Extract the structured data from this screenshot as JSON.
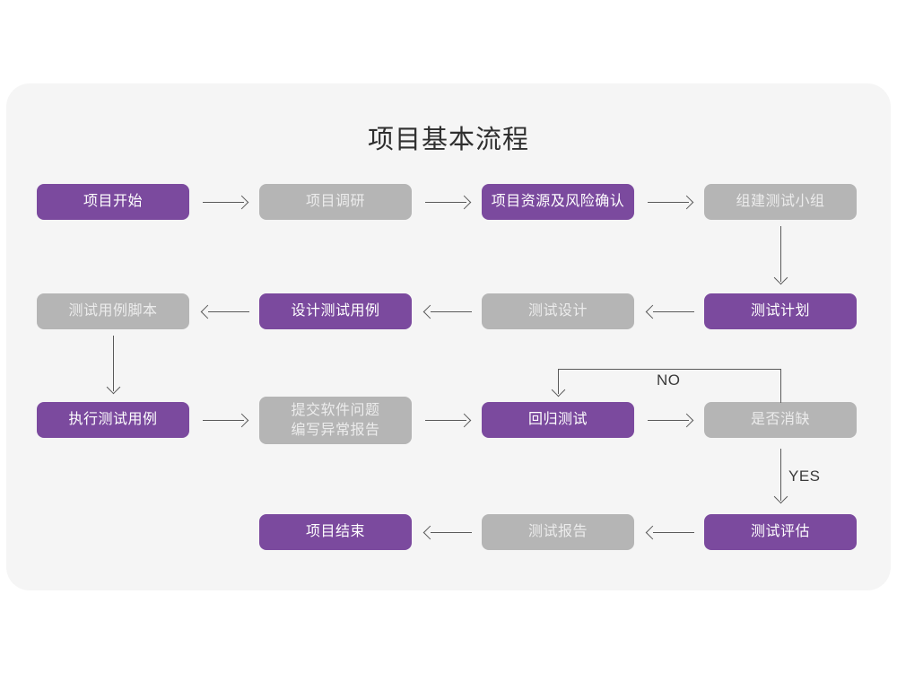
{
  "diagram": {
    "title": "项目基本流程",
    "card_background": "#f5f5f5",
    "page_background": "#ffffff",
    "colors": {
      "accent_purple": "#7b4a9e",
      "muted_gray": "#b5b5b5",
      "connector": "#5a5a5a",
      "title_text": "#2f2f2f",
      "purple_text": "#ffffff",
      "gray_text": "#ececec"
    },
    "nodes": [
      {
        "id": "n1",
        "label": "项目开始",
        "style": "purple",
        "row": 1,
        "col": 1
      },
      {
        "id": "n2",
        "label": "项目调研",
        "style": "gray",
        "row": 1,
        "col": 2
      },
      {
        "id": "n3",
        "label": "项目资源及风险确认",
        "style": "purple",
        "row": 1,
        "col": 3
      },
      {
        "id": "n4",
        "label": "组建测试小组",
        "style": "gray",
        "row": 1,
        "col": 4
      },
      {
        "id": "n5",
        "label": "测试用例脚本",
        "style": "gray",
        "row": 2,
        "col": 1
      },
      {
        "id": "n6",
        "label": "设计测试用例",
        "style": "purple",
        "row": 2,
        "col": 2
      },
      {
        "id": "n7",
        "label": "测试设计",
        "style": "gray",
        "row": 2,
        "col": 3
      },
      {
        "id": "n8",
        "label": "测试计划",
        "style": "purple",
        "row": 2,
        "col": 4
      },
      {
        "id": "n9",
        "label": "执行测试用例",
        "style": "purple",
        "row": 3,
        "col": 1
      },
      {
        "id": "n10",
        "label": "提交软件问题\n编写异常报告",
        "style": "gray",
        "row": 3,
        "col": 2
      },
      {
        "id": "n11",
        "label": "回归测试",
        "style": "purple",
        "row": 3,
        "col": 3
      },
      {
        "id": "n12",
        "label": "是否消缺",
        "style": "gray",
        "row": 3,
        "col": 4
      },
      {
        "id": "n13",
        "label": "项目结束",
        "style": "purple",
        "row": 4,
        "col": 2
      },
      {
        "id": "n14",
        "label": "测试报告",
        "style": "gray",
        "row": 4,
        "col": 3
      },
      {
        "id": "n15",
        "label": "测试评估",
        "style": "purple",
        "row": 4,
        "col": 4
      }
    ],
    "edge_labels": {
      "no": "NO",
      "yes": "YES"
    },
    "edges": [
      {
        "from": "n1",
        "to": "n2",
        "direction": "right"
      },
      {
        "from": "n2",
        "to": "n3",
        "direction": "right"
      },
      {
        "from": "n3",
        "to": "n4",
        "direction": "right"
      },
      {
        "from": "n4",
        "to": "n8",
        "direction": "down"
      },
      {
        "from": "n8",
        "to": "n7",
        "direction": "left"
      },
      {
        "from": "n7",
        "to": "n6",
        "direction": "left"
      },
      {
        "from": "n6",
        "to": "n5",
        "direction": "left"
      },
      {
        "from": "n5",
        "to": "n9",
        "direction": "down"
      },
      {
        "from": "n9",
        "to": "n10",
        "direction": "right"
      },
      {
        "from": "n10",
        "to": "n11",
        "direction": "right"
      },
      {
        "from": "n11",
        "to": "n12",
        "direction": "right"
      },
      {
        "from": "n12",
        "to": "n11",
        "direction": "loop-up-left",
        "label": "NO"
      },
      {
        "from": "n12",
        "to": "n15",
        "direction": "down",
        "label": "YES"
      },
      {
        "from": "n15",
        "to": "n14",
        "direction": "left"
      },
      {
        "from": "n14",
        "to": "n13",
        "direction": "left"
      }
    ]
  }
}
